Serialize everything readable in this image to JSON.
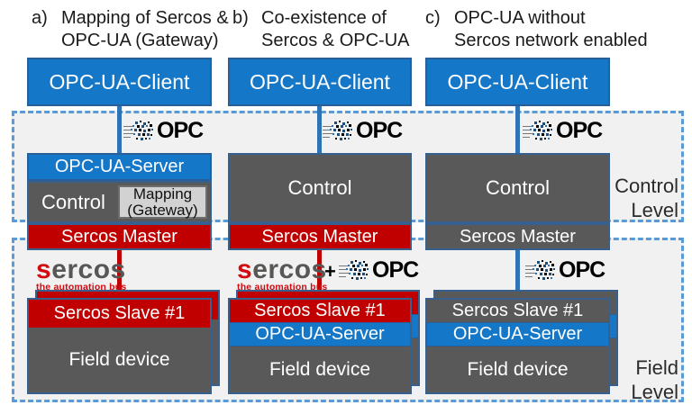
{
  "headers": {
    "a": {
      "tag": "a)",
      "line1": "Mapping of Sercos &",
      "line2": "OPC-UA (Gateway)"
    },
    "b": {
      "tag": "b)",
      "line1": "Co-existence of",
      "line2": "Sercos & OPC-UA"
    },
    "c": {
      "tag": "c)",
      "line1": "OPC-UA without",
      "line2": "Sercos network enabled"
    }
  },
  "levels": {
    "control_line1": "Control",
    "control_line2": "Level",
    "field_line1": "Field",
    "field_line2": "Level"
  },
  "columns": {
    "a": {
      "client": "OPC-UA-Client",
      "server": "OPC-UA-Server",
      "control": "Control",
      "mapping_line1": "Mapping",
      "mapping_line2": "(Gateway)",
      "master": "Sercos Master",
      "slave": "Sercos Slave #1",
      "field": "Field device"
    },
    "b": {
      "client": "OPC-UA-Client",
      "control": "Control",
      "master": "Sercos Master",
      "slave": "Sercos Slave #1",
      "server": "OPC-UA-Server",
      "field": "Field device",
      "plus": "+"
    },
    "c": {
      "client": "OPC-UA-Client",
      "control": "Control",
      "master": "Sercos Master",
      "slave": "Sercos Slave #1",
      "server": "OPC-UA-Server",
      "field": "Field device"
    }
  },
  "logos": {
    "opc_text": "OPC",
    "sercos_first": "s",
    "sercos_rest": "ercos",
    "sercos_tagline": "the automation bus"
  },
  "colors": {
    "box_blue": "#1477C8",
    "box_red": "#C00000",
    "box_gray": "#595959",
    "mapping_gray": "#D2D2D2",
    "region_fill": "#F1F1F2",
    "dash_blue": "#5B9BD5",
    "connector_blue": "#2E74B5",
    "connector_red": "#C00000",
    "sercos_red": "#D20A11",
    "sercos_gray": "#575756"
  }
}
